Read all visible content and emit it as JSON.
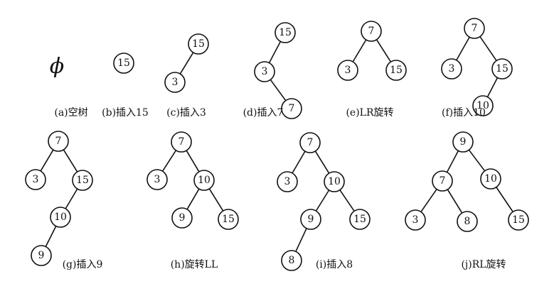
{
  "panels": [
    {
      "caption": "(a)空树",
      "empty_symbol": "ϕ",
      "nodes": [],
      "edges": []
    },
    {
      "caption": "(b)插入15",
      "nodes": [
        {
          "id": "n15",
          "label": "15"
        }
      ],
      "edges": []
    },
    {
      "caption": "(c)插入3",
      "nodes": [
        {
          "id": "n15",
          "label": "15"
        },
        {
          "id": "n3",
          "label": "3"
        }
      ],
      "edges": [
        [
          "n15",
          "n3"
        ]
      ]
    },
    {
      "caption": "(d)插入7",
      "nodes": [
        {
          "id": "n15",
          "label": "15"
        },
        {
          "id": "n3",
          "label": "3"
        },
        {
          "id": "n7",
          "label": "7"
        }
      ],
      "edges": [
        [
          "n15",
          "n3"
        ],
        [
          "n3",
          "n7"
        ]
      ]
    },
    {
      "caption": "(e)LR旋转",
      "nodes": [
        {
          "id": "n7",
          "label": "7"
        },
        {
          "id": "n3",
          "label": "3"
        },
        {
          "id": "n15",
          "label": "15"
        }
      ],
      "edges": [
        [
          "n7",
          "n3"
        ],
        [
          "n7",
          "n15"
        ]
      ]
    },
    {
      "caption": "(f)插入10",
      "nodes": [
        {
          "id": "n7",
          "label": "7"
        },
        {
          "id": "n3",
          "label": "3"
        },
        {
          "id": "n15",
          "label": "15"
        },
        {
          "id": "n10",
          "label": "10"
        }
      ],
      "edges": [
        [
          "n7",
          "n3"
        ],
        [
          "n7",
          "n15"
        ],
        [
          "n15",
          "n10"
        ]
      ]
    },
    {
      "caption": "(g)插入9",
      "nodes": [
        {
          "id": "n7",
          "label": "7"
        },
        {
          "id": "n3",
          "label": "3"
        },
        {
          "id": "n15",
          "label": "15"
        },
        {
          "id": "n10",
          "label": "10"
        },
        {
          "id": "n9",
          "label": "9"
        }
      ],
      "edges": [
        [
          "n7",
          "n3"
        ],
        [
          "n7",
          "n15"
        ],
        [
          "n15",
          "n10"
        ],
        [
          "n10",
          "n9"
        ]
      ]
    },
    {
      "caption": "(h)旋转LL",
      "nodes": [
        {
          "id": "n7",
          "label": "7"
        },
        {
          "id": "n3",
          "label": "3"
        },
        {
          "id": "n10",
          "label": "10"
        },
        {
          "id": "n9",
          "label": "9"
        },
        {
          "id": "n15",
          "label": "15"
        }
      ],
      "edges": [
        [
          "n7",
          "n3"
        ],
        [
          "n7",
          "n10"
        ],
        [
          "n10",
          "n9"
        ],
        [
          "n10",
          "n15"
        ]
      ]
    },
    {
      "caption": "(i)插入8",
      "nodes": [
        {
          "id": "n7",
          "label": "7"
        },
        {
          "id": "n3",
          "label": "3"
        },
        {
          "id": "n10",
          "label": "10"
        },
        {
          "id": "n9",
          "label": "9"
        },
        {
          "id": "n15",
          "label": "15"
        },
        {
          "id": "n8",
          "label": "8"
        }
      ],
      "edges": [
        [
          "n7",
          "n3"
        ],
        [
          "n7",
          "n10"
        ],
        [
          "n10",
          "n9"
        ],
        [
          "n10",
          "n15"
        ],
        [
          "n9",
          "n8"
        ]
      ]
    },
    {
      "caption": "(j)RL旋转",
      "nodes": [
        {
          "id": "n9",
          "label": "9"
        },
        {
          "id": "n7",
          "label": "7"
        },
        {
          "id": "n10",
          "label": "10"
        },
        {
          "id": "n3",
          "label": "3"
        },
        {
          "id": "n8",
          "label": "8"
        },
        {
          "id": "n15",
          "label": "15"
        }
      ],
      "edges": [
        [
          "n9",
          "n7"
        ],
        [
          "n9",
          "n10"
        ],
        [
          "n7",
          "n3"
        ],
        [
          "n7",
          "n8"
        ],
        [
          "n10",
          "n15"
        ]
      ]
    }
  ]
}
